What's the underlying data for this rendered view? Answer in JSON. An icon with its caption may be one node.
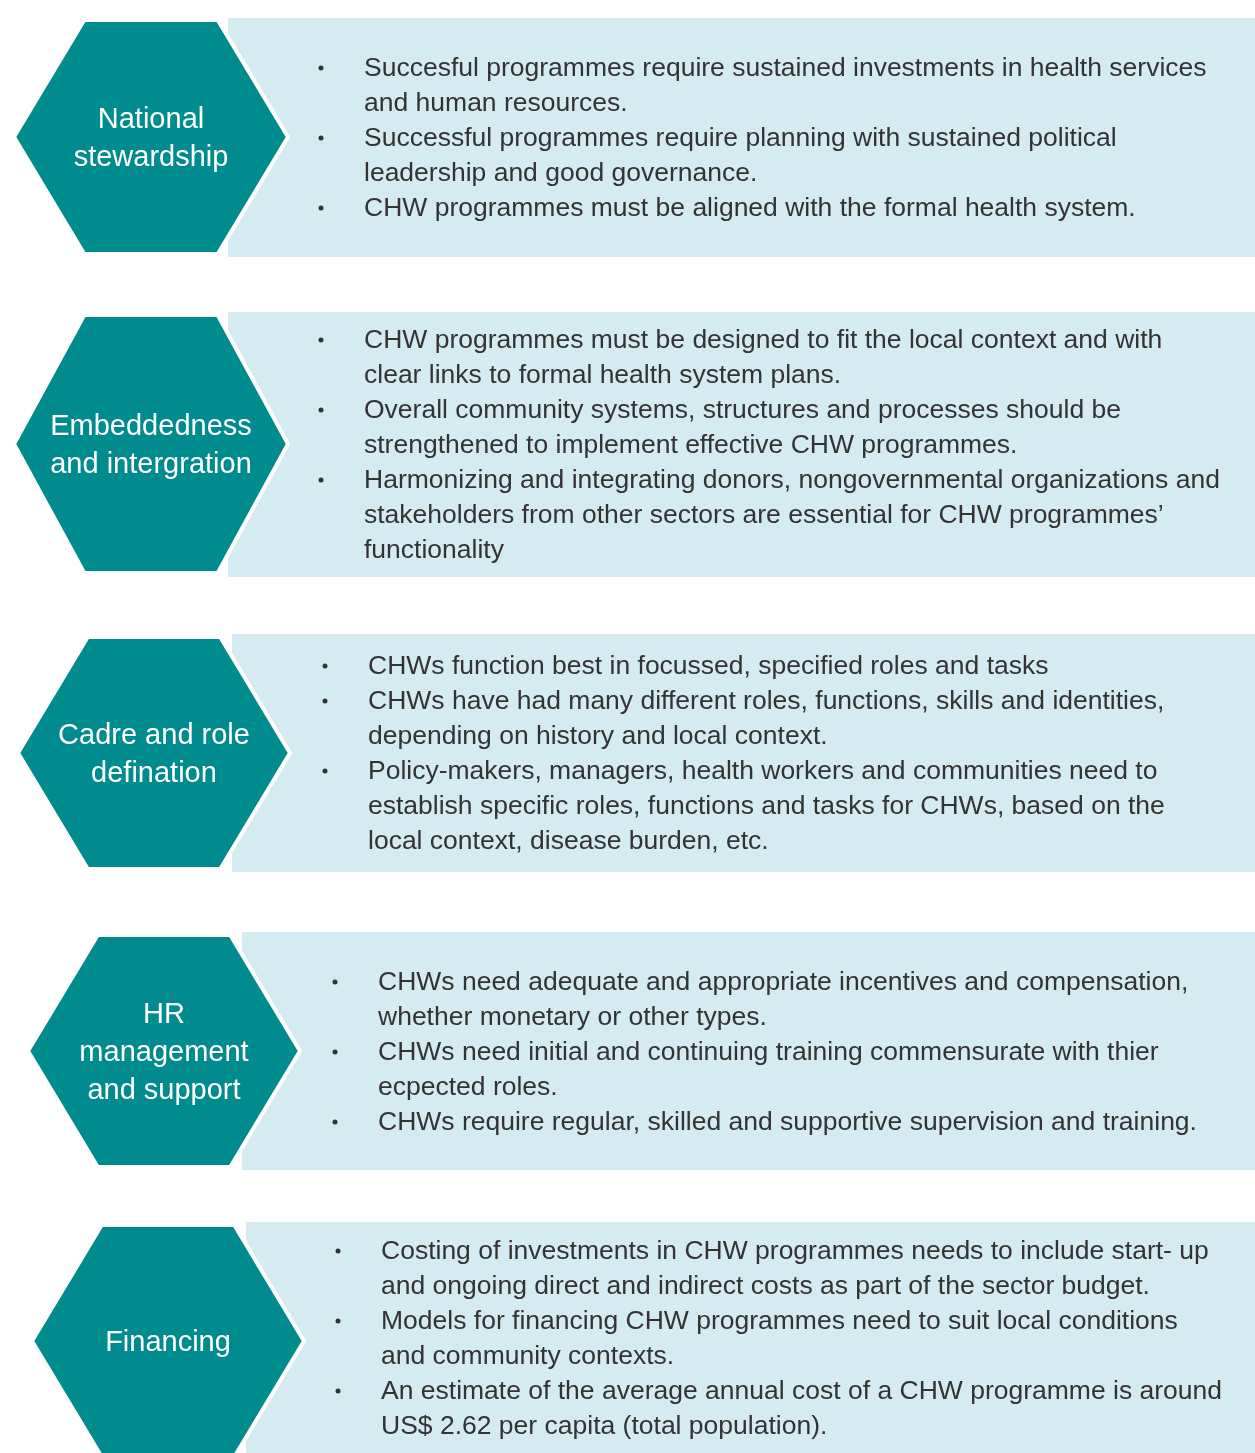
{
  "diagram": {
    "nodes": [
      {
        "text": [
          "National stewardship"
        ]
      },
      {
        "text": [
          "Succesful programmes require sustained investments in health services and human resources.",
          "Successful programmes require planning with sustained political leadership and good governance.",
          "CHW programmes must be aligned with the formal health system."
        ]
      },
      {
        "text": [
          "Embeddedness and intergration"
        ]
      },
      {
        "text": [
          "CHW programmes must be designed to fit the local context and with clear links to formal health system plans.",
          "Overall community systems, structures and processes should be strengthened to implement effective CHW programmes.",
          "Harmonizing and integrating donors, nongovernmental organizations and stakeholders from other sectors are essential for CHW programmes’ functionality"
        ]
      },
      {
        "text": [
          "Cadre and role defination"
        ]
      },
      {
        "text": [
          "CHWs function best in focussed, specified roles and tasks",
          "CHWs have had many different roles, functions, skills and identities, depending on history and local context.",
          "Policy-makers, managers, health workers and communities need to establish specific roles, functions and tasks for CHWs, based on the local context, disease burden, etc."
        ]
      },
      {
        "text": [
          "HR management and support"
        ]
      },
      {
        "text": [
          "CHWs need adequate and appropriate incentives and compensation, whether monetary or other types.",
          "CHWs need initial and continuing training commensurate with thier ecpected roles.",
          "CHWs require regular, skilled and supportive supervision and training."
        ]
      },
      {
        "text": [
          "Financing"
        ]
      },
      {
        "text": [
          "Costing of investments in CHW programmes needs to include start- up and ongoing direct and indirect costs as part of the sector budget.",
          "Models for financing CHW programmes need to suit local conditions and community contexts.",
          "An estimate of the average annual cost of a CHW programme is around US$ 2.62 per capita (total population)."
        ]
      }
    ]
  }
}
